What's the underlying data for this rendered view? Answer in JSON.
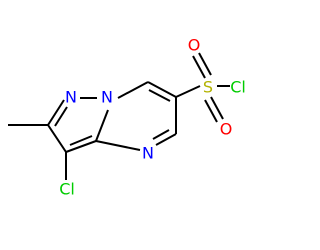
{
  "molecule": {
    "atoms": {
      "n1": {
        "label": "N",
        "color": "#0000ff"
      },
      "n2": {
        "label": "N",
        "color": "#0000ff"
      },
      "n3": {
        "label": "N",
        "color": "#0000ff"
      },
      "cl_ring": {
        "label": "Cl",
        "color": "#00cc00"
      },
      "s": {
        "label": "S",
        "color": "#b2b200"
      },
      "o_top": {
        "label": "O",
        "color": "#ff0000"
      },
      "o_bottom": {
        "label": "O",
        "color": "#ff0000"
      },
      "cl_sulfonyl": {
        "label": "Cl",
        "color": "#00cc00"
      }
    }
  }
}
